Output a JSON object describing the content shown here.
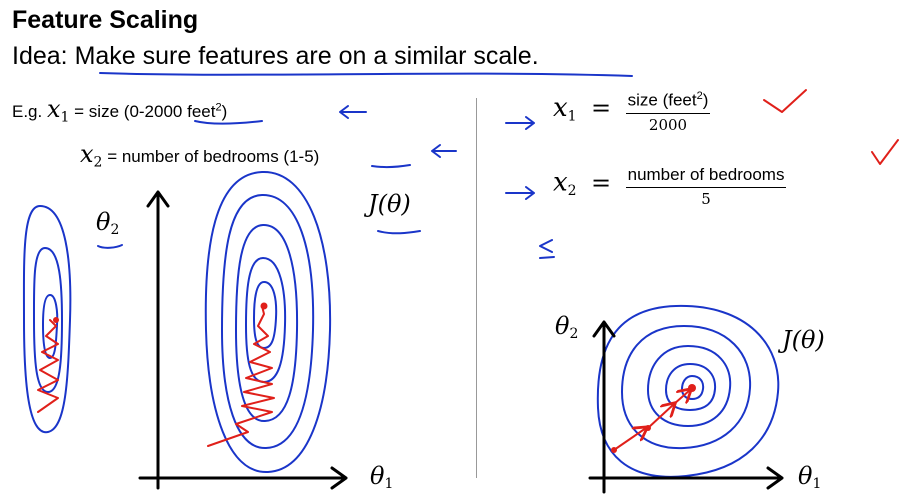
{
  "title": "Feature Scaling",
  "idea": {
    "prefix": "Idea: ",
    "text": "Make sure features are on a similar scale."
  },
  "example": {
    "eg": "E.g. ",
    "x1_var": "x",
    "x1_sub": "1",
    "x1_def_pre": " = size (",
    "x1_range": "0-2000",
    "x1_unit": " feet",
    "x1_unit_sup": "2",
    "x1_def_post": ")",
    "x2_var": "x",
    "x2_sub": "2",
    "x2_def_pre": " = number of bedrooms (",
    "x2_range": "1-5",
    "x2_def_post": ")"
  },
  "left_plot": {
    "cost_label": "J(θ)",
    "theta2_label": "θ",
    "theta2_sub": "2",
    "theta1_label": "θ",
    "theta1_sub": "1"
  },
  "formulas": {
    "x1_var": "x",
    "x1_sub": "1",
    "x1_num": "size (feet",
    "x1_num_sup": "2",
    "x1_num_post": ")",
    "x1_den": "2000",
    "x2_var": "x",
    "x2_sub": "2",
    "x2_num": "number of bedrooms",
    "x2_den": "5",
    "eq": "="
  },
  "right_plot": {
    "cost_label": "J(θ)",
    "theta2_label": "θ",
    "theta2_sub": "2",
    "theta1_label": "θ",
    "theta1_sub": "1"
  },
  "colors": {
    "ink_blue": "#1a35c9",
    "ink_red": "#e0201a",
    "text": "#000000"
  }
}
